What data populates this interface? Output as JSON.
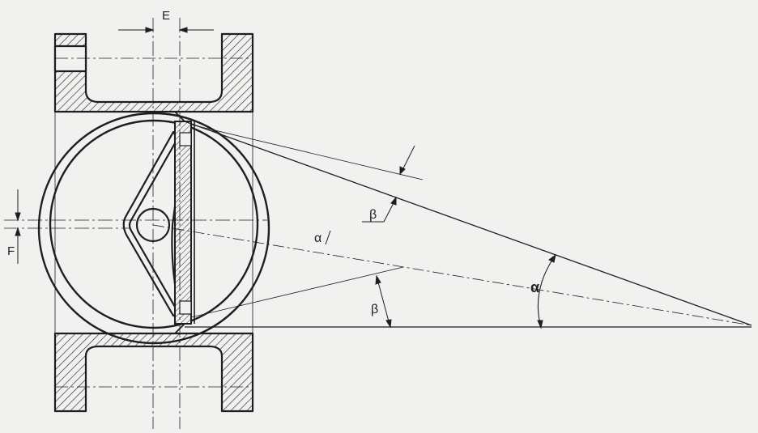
{
  "diagram": {
    "labels": {
      "dimension_e": "E",
      "dimension_f": "F",
      "angle_alpha_small": "α",
      "angle_alpha_large": "α",
      "angle_beta_upper": "β",
      "angle_beta_lower": "β"
    },
    "colors": {
      "background": "#f1f1f0",
      "stroke": "#1e1e1e",
      "hatch": "#2a2a2a"
    }
  }
}
